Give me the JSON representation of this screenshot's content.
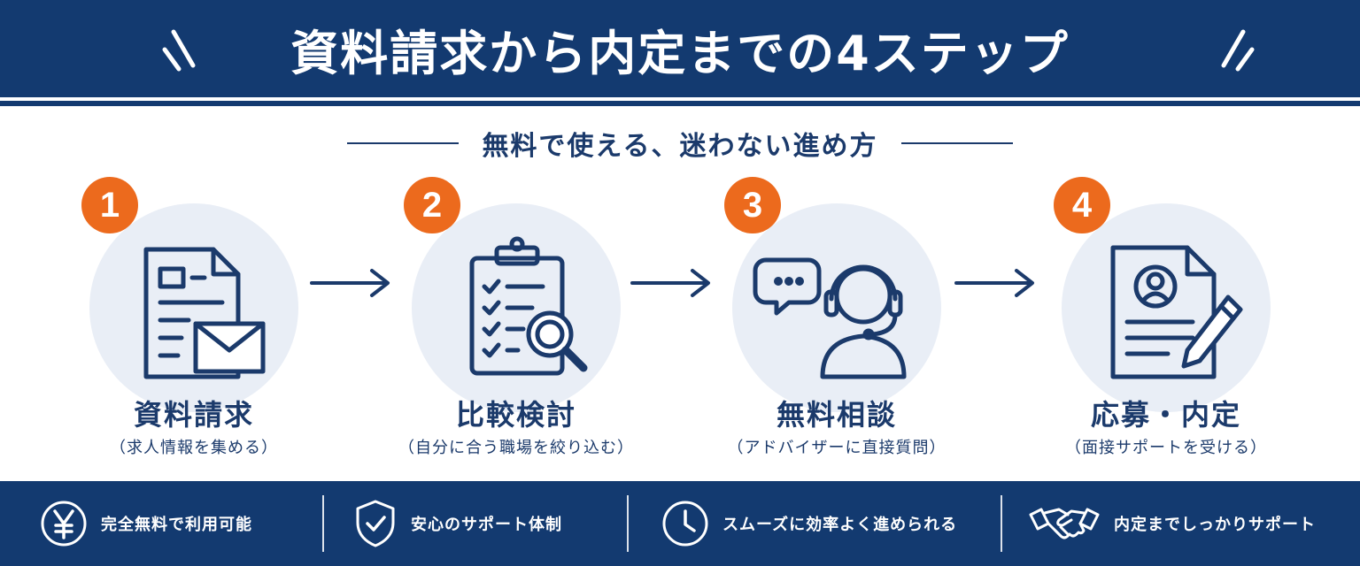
{
  "header": {
    "title": "資料請求から内定までの4ステップ",
    "subtitle": "無料で使える、迷わない進め方"
  },
  "steps": [
    {
      "number": "1",
      "title": "資料請求",
      "description": "（求人情報を集める）",
      "icon": "document-envelope-icon"
    },
    {
      "number": "2",
      "title": "比較検討",
      "description": "（自分に合う職場を絞り込む）",
      "icon": "clipboard-magnifier-icon"
    },
    {
      "number": "3",
      "title": "無料相談",
      "description": "（アドバイザーに直接質問）",
      "icon": "headset-advisor-icon"
    },
    {
      "number": "4",
      "title": "応募・内定",
      "description": "（面接サポートを受ける）",
      "icon": "resume-pen-icon"
    }
  ],
  "features": [
    {
      "icon": "yen-icon",
      "label": "完全無料で利用可能"
    },
    {
      "icon": "shield-check-icon",
      "label": "安心のサポート体制"
    },
    {
      "icon": "clock-icon",
      "label": "スムーズに効率よく進められる"
    },
    {
      "icon": "handshake-icon",
      "label": "内定までしっかりサポート"
    }
  ],
  "colors": {
    "navy": "#133a70",
    "accent_orange": "#ec6a1d",
    "circle_bg": "#e9eef6",
    "text": "#1b3a6b"
  }
}
